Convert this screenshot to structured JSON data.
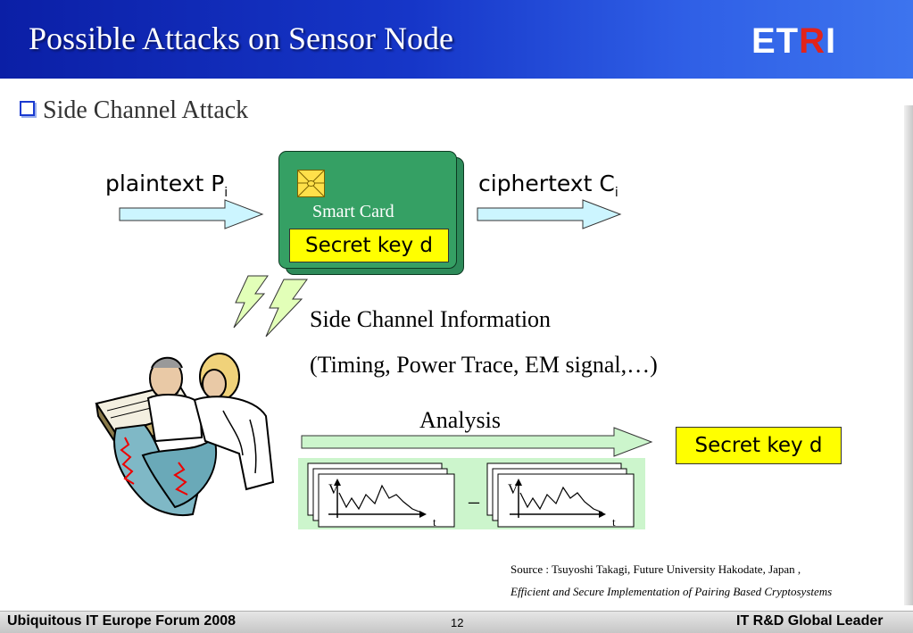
{
  "header": {
    "title": "Possible Attacks on Sensor Node",
    "logo": {
      "part1": "ET",
      "part2": "R",
      "part3": "I"
    }
  },
  "bullet": {
    "text": "Side Channel Attack"
  },
  "diagram": {
    "plaintext": {
      "label": "plaintext P",
      "sub": "i"
    },
    "ciphertext": {
      "label": "ciphertext C",
      "sub": "i"
    },
    "card_label": "Smart Card",
    "card_key": "Secret key d",
    "side_info_line1": "Side Channel Information",
    "side_info_line2": "(Timing, Power Trace, EM signal,…)",
    "analysis": "Analysis",
    "result_key": "Secret key d",
    "trace_v": "V",
    "trace_t": "t",
    "minus": "–"
  },
  "source": {
    "line1": "Source : Tsuyoshi Takagi, Future University  Hakodate, Japan ,",
    "line2": "Efficient and Secure Implementation of Pairing Based Cryptosystems"
  },
  "footer": {
    "left": "Ubiquitous IT Europe Forum 2008",
    "page": "12",
    "right": "IT R&D Global Leader"
  },
  "colors": {
    "header_blue": "#1636c8",
    "card_green": "#35a064",
    "key_yellow": "#ffff00",
    "arrow_fill": "#ccf5ff",
    "panel_green": "#ccf5cc",
    "logo_red": "#e2231a"
  }
}
